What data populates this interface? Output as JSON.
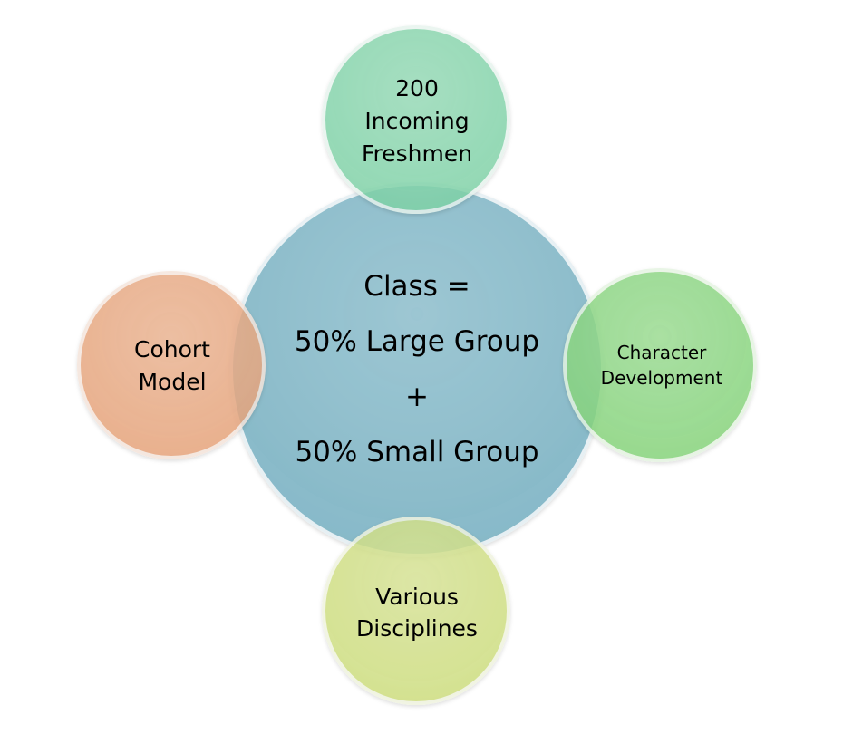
{
  "center": {
    "lines": [
      "Class =",
      "50% Large Group",
      "+",
      "50% Small Group"
    ],
    "fill": "#7fb6c6"
  },
  "top": {
    "lines": [
      "200",
      "Incoming",
      "Freshmen"
    ],
    "fill": "#7fd3a8"
  },
  "left": {
    "lines": [
      "Cohort",
      "Model"
    ],
    "fill": "#e8a47a"
  },
  "right": {
    "lines": [
      "Character",
      "Development"
    ],
    "fill": "#86d57a"
  },
  "bottom": {
    "lines": [
      "Various",
      "Disciplines"
    ],
    "fill": "#cfdf7e"
  }
}
